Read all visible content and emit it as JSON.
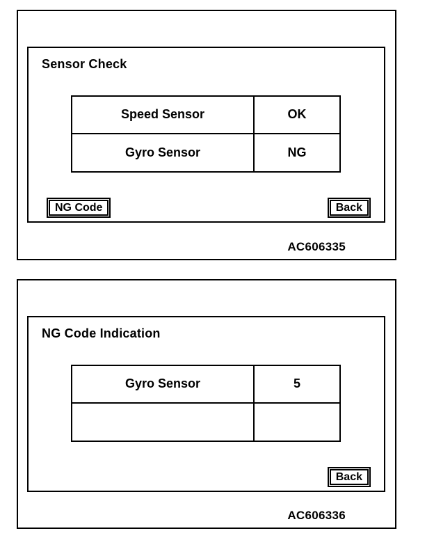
{
  "colors": {
    "foreground": "#000000",
    "background": "#ffffff"
  },
  "panels": [
    {
      "title": "Sensor Check",
      "table": {
        "rows": [
          {
            "label": "Speed Sensor",
            "value": "OK"
          },
          {
            "label": "Gyro Sensor",
            "value": "NG"
          }
        ]
      },
      "buttons": {
        "ng_code": "NG Code",
        "back": "Back"
      },
      "figure_code": "AC606335"
    },
    {
      "title": "NG Code Indication",
      "table": {
        "rows": [
          {
            "label": "Gyro Sensor",
            "value": "5"
          },
          {
            "label": "",
            "value": ""
          }
        ]
      },
      "buttons": {
        "back": "Back"
      },
      "figure_code": "AC606336"
    }
  ]
}
